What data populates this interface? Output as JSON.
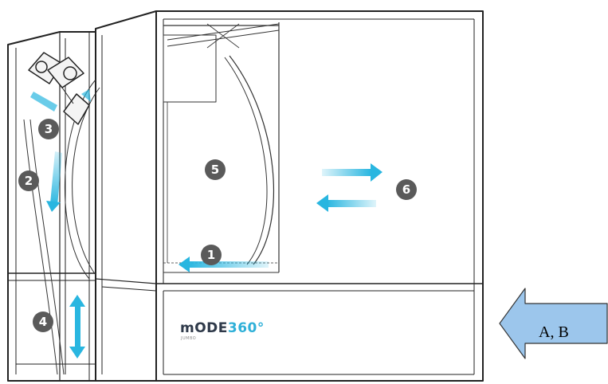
{
  "markers": [
    "1",
    "2",
    "3",
    "4",
    "5",
    "6"
  ],
  "brand": {
    "name_part1": "mODE",
    "name_part2": "360°",
    "subtitle": "JUMBO"
  },
  "arrow_label": "A, B",
  "colors": {
    "flow_arrow": "#29b6e0",
    "badge": "#5a5a5a",
    "outline": "#222222",
    "callout_fill": "#9cc6ec"
  }
}
